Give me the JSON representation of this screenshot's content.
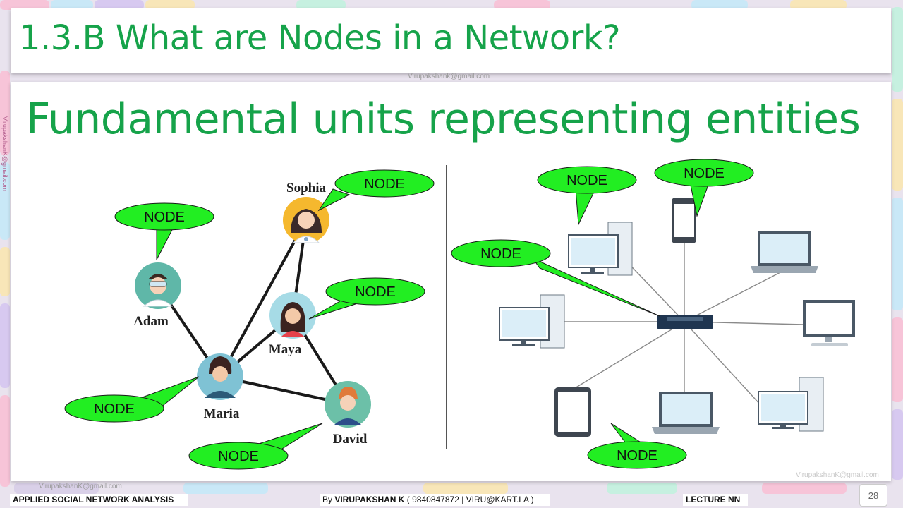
{
  "slide": {
    "title": "1.3.B What are Nodes in a Network?",
    "subtitle": "Fundamental units representing entities"
  },
  "social_network": {
    "people": [
      "Sophia",
      "Adam",
      "Maya",
      "Maria",
      "David"
    ],
    "callout_label": "NODE"
  },
  "computer_network": {
    "callout_label": "NODE"
  },
  "watermarks": {
    "email": "VirupakshanK@gmail.com",
    "email_top": "Virupakshank@gmail.com"
  },
  "footer": {
    "course": "APPLIED SOCIAL NETWORK ANALYSIS",
    "by_prefix": "By ",
    "author": "VIRUPAKSHAN K",
    "contact": " ( 9840847872 | VIRU@KART.LA )",
    "lecture": "LECTURE NN",
    "page": "28"
  },
  "colors": {
    "title_green": "#16a34a",
    "callout_green": "#22ee22"
  }
}
